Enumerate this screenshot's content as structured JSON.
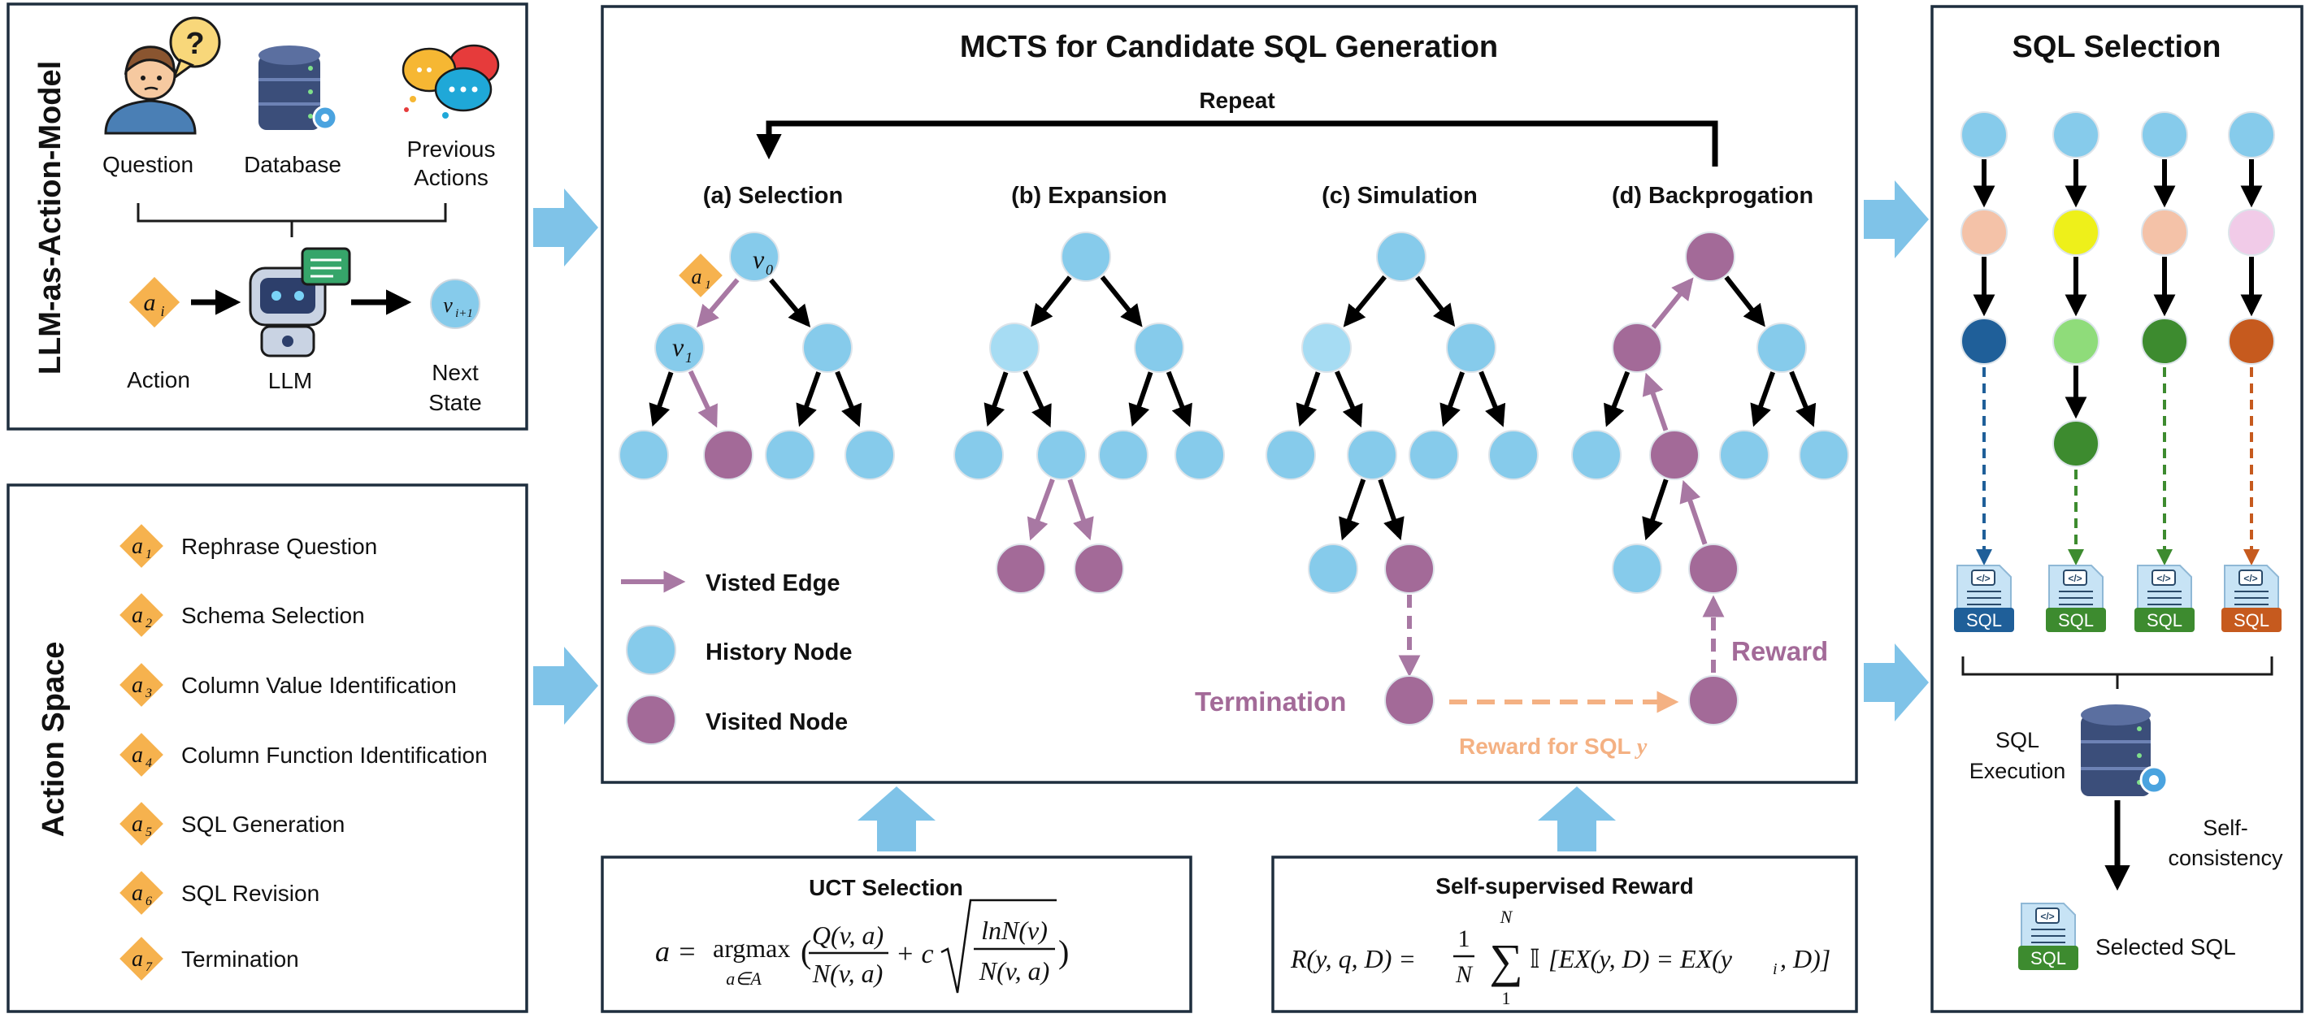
{
  "llm_panel": {
    "side_title": "LLM-as-Action-Model",
    "question_label": "Question",
    "database_label": "Database",
    "previous_label_1": "Previous",
    "previous_label_2": "Actions",
    "action_label": "Action",
    "llm_label": "LLM",
    "next_state_label_1": "Next",
    "next_state_label_2": "State",
    "action_symbol": "a",
    "action_sub": "i",
    "state_symbol": "v",
    "state_sub": "i+1"
  },
  "action_space": {
    "side_title": "Action Space",
    "items": [
      {
        "sym": "a",
        "sub": "1",
        "label": "Rephrase Question"
      },
      {
        "sym": "a",
        "sub": "2",
        "label": "Schema Selection"
      },
      {
        "sym": "a",
        "sub": "3",
        "label": "Column Value Identification"
      },
      {
        "sym": "a",
        "sub": "4",
        "label": "Column Function Identification"
      },
      {
        "sym": "a",
        "sub": "5",
        "label": "SQL Generation"
      },
      {
        "sym": "a",
        "sub": "6",
        "label": "SQL Revision"
      },
      {
        "sym": "a",
        "sub": "7",
        "label": "Termination"
      }
    ]
  },
  "mcts": {
    "title": "MCTS for Candidate SQL Generation",
    "repeat_label": "Repeat",
    "stage_a": "(a) Selection",
    "stage_b": "(b) Expansion",
    "stage_c": "(c) Simulation",
    "stage_d": "(d) Backprogation",
    "v0": "v",
    "v0_sub": "0",
    "v1": "v",
    "v1_sub": "1",
    "a1": "a",
    "a1_sub": "1",
    "legend_edge": "Visted Edge",
    "legend_history": "History Node",
    "legend_visited": "Visited Node",
    "termination_label": "Termination",
    "reward_label": "Reward",
    "reward_sql_label": "Reward for SQL",
    "reward_sql_var": "y"
  },
  "uct": {
    "title": "UCT Selection",
    "formula": {
      "lhs": "a = ",
      "argmax": "argmax",
      "argmax_sub": "a∈A",
      "q_num": "Q(v, a)",
      "q_den": "N(v, a)",
      "plus_c": "+ c",
      "ln_num": "lnN(v)",
      "ln_den": "N(v, a)",
      "open": "(",
      "close": ")"
    }
  },
  "reward": {
    "title": "Self-supervised Reward",
    "formula": {
      "lhs": "R(y, q, D) = ",
      "frac_num": "1",
      "frac_den": "N",
      "sum_top": "N",
      "sum_bottom": "1",
      "sum": "∑",
      "indicator": "𝕀",
      "body": "[EX(y, D) = EX(y",
      "body_sub": "i",
      "body_end": ", D)]"
    }
  },
  "sql_selection": {
    "title": "SQL Selection",
    "sql_badge": "SQL",
    "execution_label_1": "SQL",
    "execution_label_2": "Execution",
    "consistency_label_1": "Self-",
    "consistency_label_2": "consistency",
    "selected_label": "Selected SQL"
  },
  "colors": {
    "history_node": "#86cbeb",
    "light_node": "#a6dcf3",
    "visited_node": "#a36a98",
    "visited_edge": "#a878a3",
    "action_diamond": "#f6b24e",
    "reward_orange": "#f4b183",
    "panel_border": "#1e2e3e",
    "big_arrow": "#7fc3e8"
  }
}
